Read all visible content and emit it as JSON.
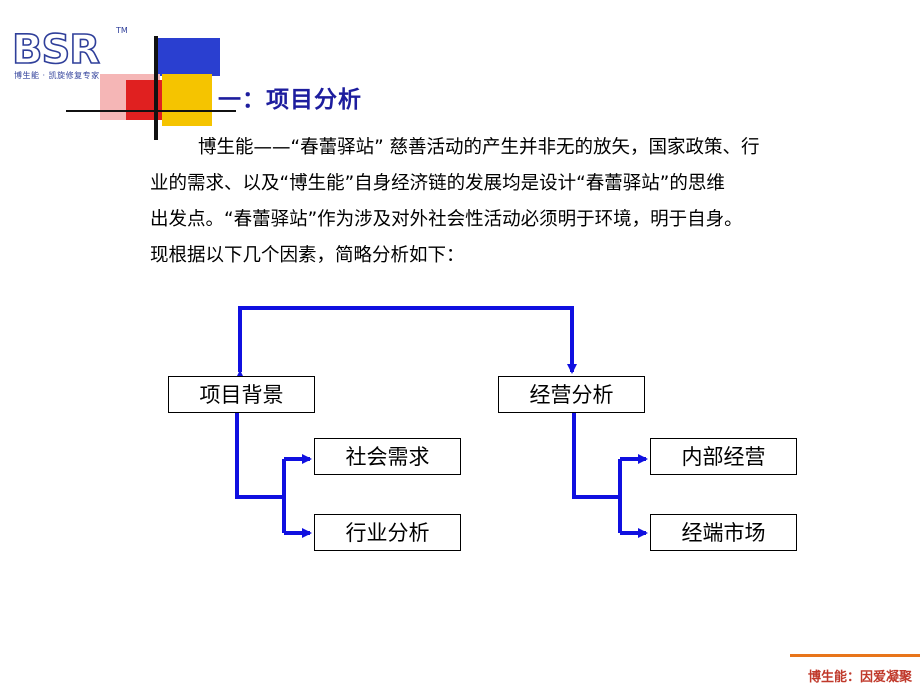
{
  "logo": {
    "mark": "BSR",
    "tm": "TM",
    "tagline": "博生能 · 凯旋修复专家"
  },
  "slide": {
    "title": "一：项目分析",
    "paragraph_lines": [
      "博生能——“春蕾驿站”  慈善活动的产生并非无的放矢，国家政策、行",
      "业的需求、以及“博生能”自身经济链的发展均是设计“春蕾驿站”的思维",
      "出发点。“春蕾驿站”作为涉及对外社会性活动必须明于环境，明于自身。",
      "现根据以下几个因素，简略分析如下："
    ]
  },
  "diagram": {
    "left_root": "项目背景",
    "left_child_1": "社会需求",
    "left_child_2": "行业分析",
    "right_root": "经营分析",
    "right_child_1": "内部经营",
    "right_child_2": "经端市场",
    "arrow_color": "#1010e0"
  },
  "footer": {
    "text": "博生能：因爱凝聚",
    "accent_color": "#e8751a"
  },
  "colors": {
    "title": "#1d1d9e",
    "logo": "#2f3f9a",
    "yellow": "#f5c400",
    "red": "#e02020",
    "blue": "#2a3fd0"
  }
}
